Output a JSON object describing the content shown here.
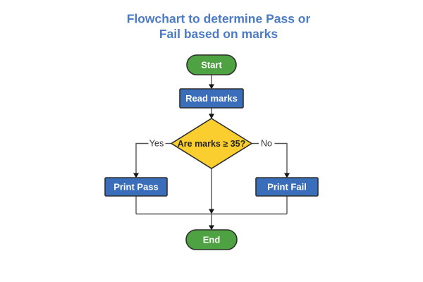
{
  "title": {
    "line1": "Flowchart to determine Pass or",
    "line2": "Fail based on marks",
    "color": "#4a7bc4"
  },
  "flowchart": {
    "connector_color": "#545454",
    "arrow_color": "#161616",
    "shape_border_color": "#2e2e2e",
    "nodes": {
      "start": {
        "label": "Start",
        "type": "terminator",
        "fill": "#4ea241",
        "text_color": "#ffffff"
      },
      "read_marks": {
        "label": "Read marks",
        "type": "process",
        "fill": "#3b6eba",
        "text_color": "#ffffff"
      },
      "decision": {
        "label": "Are marks ≥ 35?",
        "type": "decision",
        "fill": "#fbce2f",
        "text_color": "#262626"
      },
      "print_pass": {
        "label": "Print Pass",
        "type": "process",
        "fill": "#3b6eba",
        "text_color": "#ffffff"
      },
      "print_fail": {
        "label": "Print Fail",
        "type": "process",
        "fill": "#3b6eba",
        "text_color": "#ffffff"
      },
      "end": {
        "label": "End",
        "type": "terminator",
        "fill": "#4ea241",
        "text_color": "#ffffff"
      }
    },
    "edges": {
      "yes_label": "Yes",
      "no_label": "No",
      "label_color": "#333333"
    }
  }
}
